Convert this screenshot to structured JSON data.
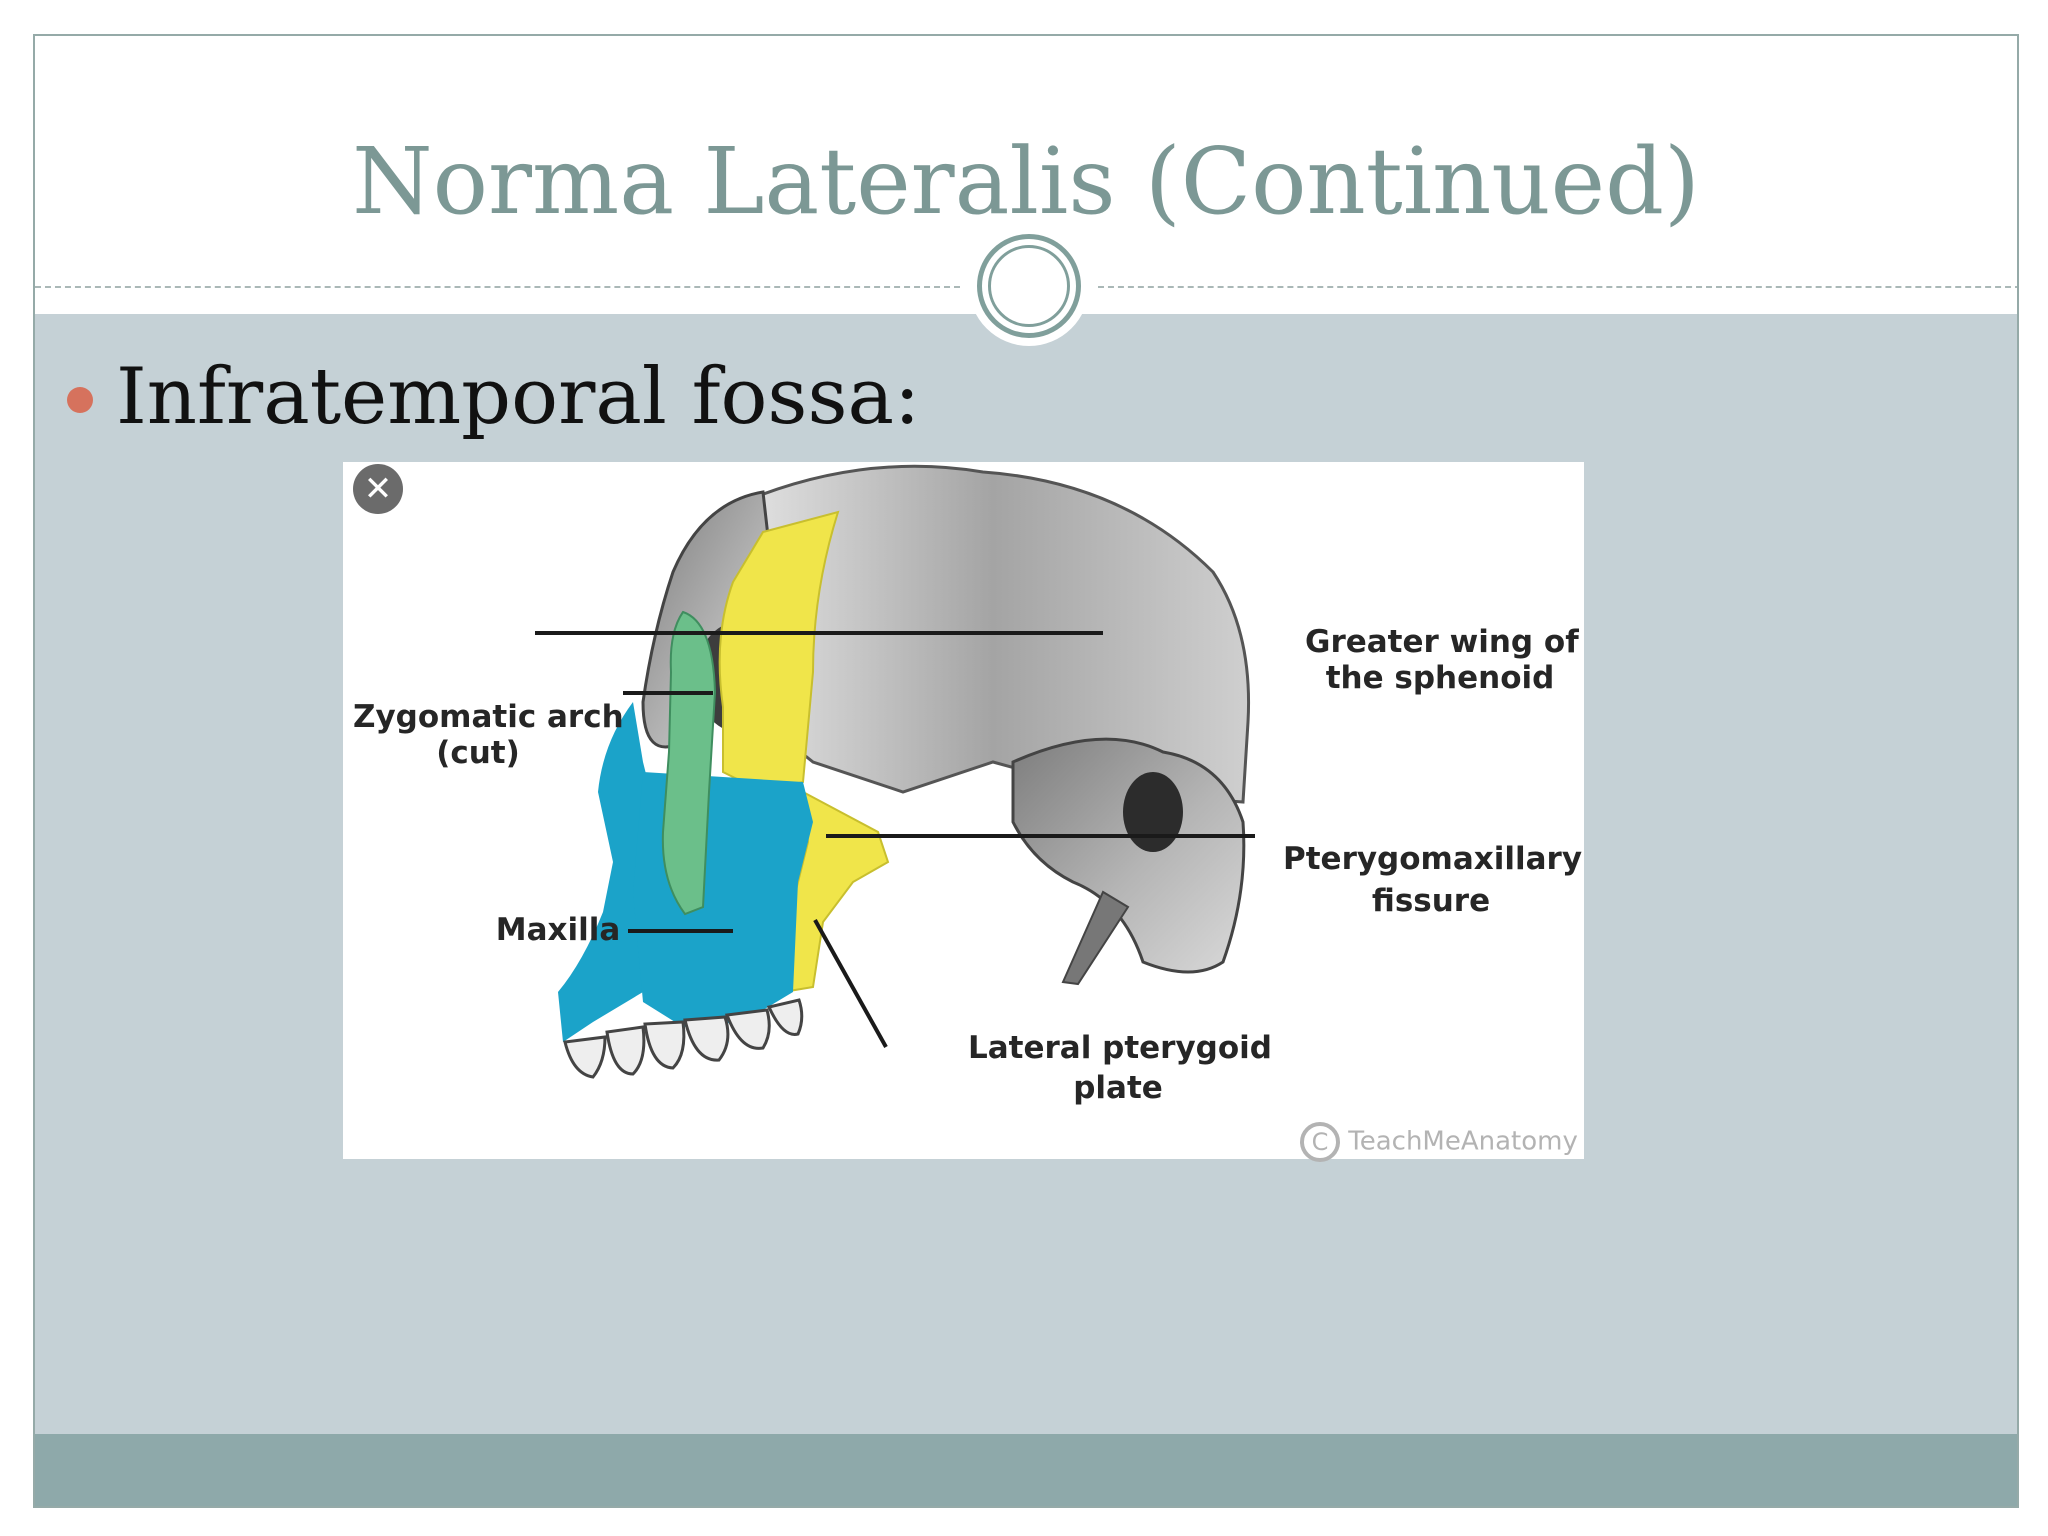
{
  "slide": {
    "title": "Norma Lateralis (Continued)",
    "bullet": "Infratemporal fossa:"
  },
  "figure": {
    "close_glyph": "✕",
    "labels": {
      "zygomatic_arch": "Zygomatic arch",
      "zygomatic_arch_sub": "(cut)",
      "maxilla": "Maxilla",
      "greater_wing_line1": "Greater wing of",
      "greater_wing_line2": "the sphenoid",
      "pterygomaxillary_line1": "Pterygomaxillary",
      "pterygomaxillary_line2": "fissure",
      "lateral_pterygoid_line1": "Lateral pterygoid",
      "lateral_pterygoid_line2": "plate"
    },
    "watermark_symbol": "C",
    "watermark_text": "TeachMeAnatomy"
  },
  "colors": {
    "title": "#7c9895",
    "body_bg": "#c5d1d6",
    "footer_bg": "#8ea9aa",
    "bullet": "#d6725d",
    "maxilla": "#1ba3c9",
    "sphenoid": "#f0e54a",
    "zygomatic": "#6bbf8a"
  }
}
